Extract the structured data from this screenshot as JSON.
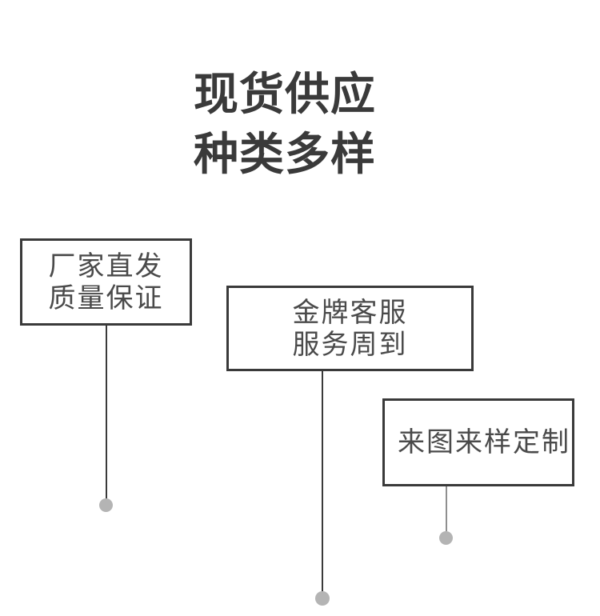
{
  "headline": {
    "line1": "现货供应",
    "line2": "种类多样"
  },
  "features": {
    "factory": {
      "line1": "厂家直发",
      "line2": "质量保证"
    },
    "service": {
      "line1": "金牌客服",
      "line2": "服务周到"
    },
    "custom": {
      "line1": "来图来样定制"
    }
  },
  "colors": {
    "background": "#ffffff",
    "headline_text": "#3a3a3a",
    "box_border": "#3a3a3a",
    "box_text": "#4a4a4a",
    "leader_line_dark": "#3a3a3a",
    "leader_line_light": "#8f8f8f",
    "dot": "#b4b4b4"
  }
}
